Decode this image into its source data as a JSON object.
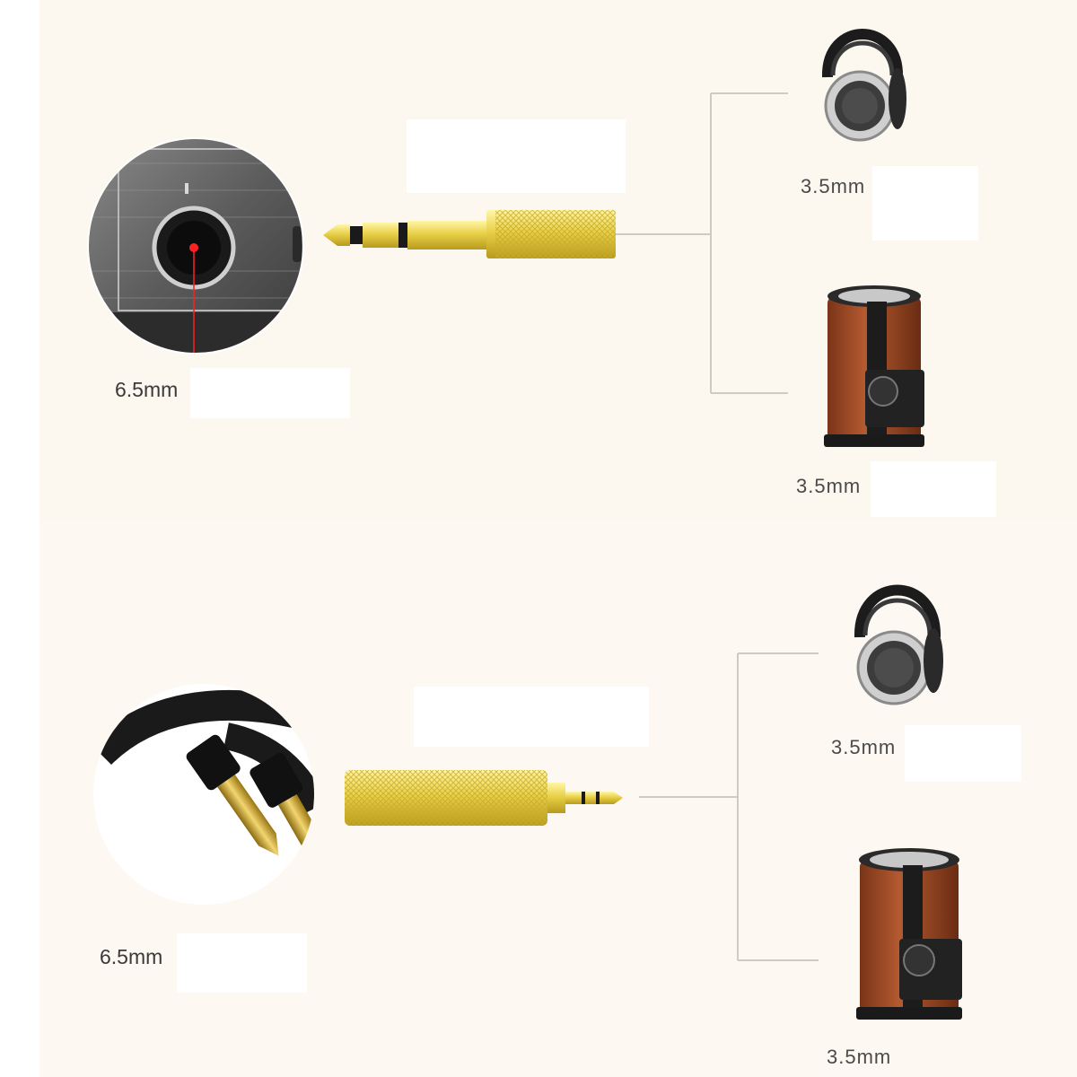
{
  "sections": [
    {
      "source_label": "6.5mm",
      "output_labels": [
        "3.5mm",
        "3.5mm"
      ]
    },
    {
      "source_label": "6.5mm",
      "output_labels": [
        "3.5mm",
        "3.5mm"
      ]
    }
  ],
  "icons": {
    "source_1": "jack-socket-icon",
    "adapter_1": "gold-plug-adapter-icon",
    "source_2": "twin-plug-cable-icon",
    "adapter_2": "gold-socket-adapter-icon",
    "output_a": "headphones-icon",
    "output_b": "speaker-icon"
  },
  "colors": {
    "background": "#fcf7ef",
    "gold": "#e8d048",
    "wood": "#a8502a",
    "line": "#cfcac2"
  }
}
